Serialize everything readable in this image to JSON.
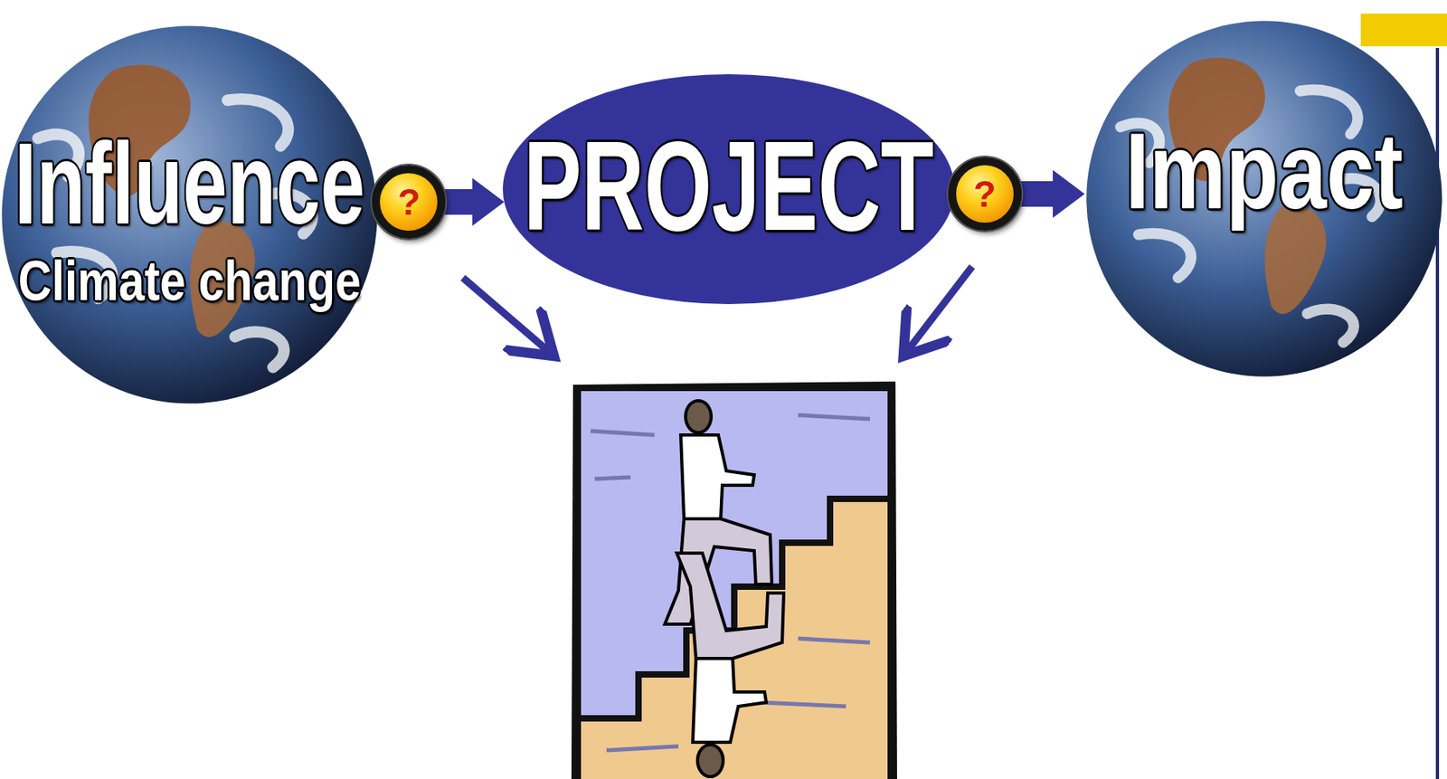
{
  "diagram": {
    "nodes": [
      {
        "text": [
          "Influence",
          "Climate change"
        ]
      },
      {
        "text": [
          "PROJECT"
        ]
      },
      {
        "text": [
          "Impact"
        ]
      }
    ],
    "edges": [
      {
        "from": 0,
        "to": 1,
        "label": "?",
        "arrow": "to"
      },
      {
        "from": 1,
        "to": 2,
        "label": "?",
        "arrow": "to"
      }
    ]
  }
}
